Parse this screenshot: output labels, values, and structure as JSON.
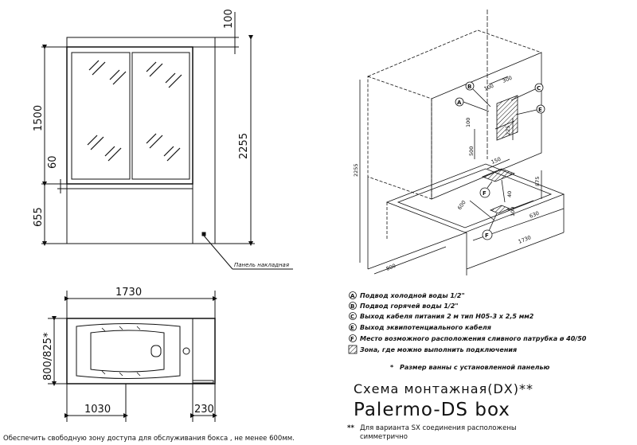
{
  "front_view": {
    "dims": {
      "top_gap": "100",
      "glass_height": "1500",
      "offset": "60",
      "tub_height": "655",
      "total_height": "2255"
    },
    "panel_label": "Панель накладная"
  },
  "plan_view": {
    "dims": {
      "length": "1730",
      "width": "800/825*",
      "tub_length": "1030",
      "panel_depth": "230"
    }
  },
  "iso_view": {
    "dims": {
      "d100": "100",
      "d300": "300",
      "d100b": "100",
      "d225": "225",
      "d500": "500",
      "d2255": "2255",
      "d150": "150",
      "d875": "875",
      "d40": "40",
      "d600": "600",
      "d100c": "100",
      "d630": "630",
      "d1730": "1730",
      "d800": "800"
    },
    "callouts": [
      "A",
      "B",
      "C",
      "E",
      "F",
      "F"
    ]
  },
  "legend": {
    "items": [
      {
        "marker": "A",
        "text": "Подвод холодной воды 1/2\""
      },
      {
        "marker": "B",
        "text": "Подвод горячей воды 1/2\""
      },
      {
        "marker": "C",
        "text": "Выход кабеля питания  2 м тип H05-3 x 2,5 мм2"
      },
      {
        "marker": "E",
        "text": "Выход эквипотенциального кабеля"
      },
      {
        "marker": "F",
        "text": "Место возможного расположения сливного патрубка ø 40/50"
      },
      {
        "marker": "",
        "text": "Зона, где можно выполнить  подключения"
      }
    ],
    "size_note": "Размер ванны с установленной панелью",
    "size_note_mark": "*"
  },
  "title": {
    "line1": "Схема монтажная(DX)**",
    "line2": "Palermo-DS box",
    "footnote_mark": "**",
    "footnote_line1": "Для варианта SX соединения расположены",
    "footnote_line2": "симметрично"
  },
  "footer": {
    "note": "Обеспечить свободную зону доступа для обслуживания бокса  , не менее 600мм."
  }
}
